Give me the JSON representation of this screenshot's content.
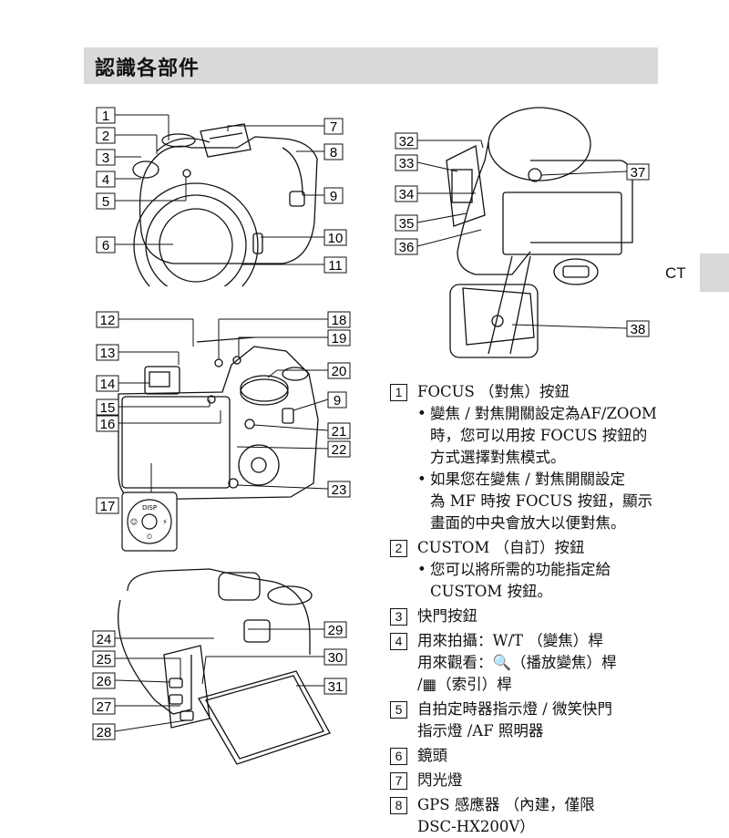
{
  "header": {
    "title": "認識各部件"
  },
  "side_tab": {
    "label": "CT"
  },
  "figures": {
    "front": {
      "callouts": [
        "1",
        "2",
        "3",
        "4",
        "5",
        "6",
        "7",
        "8",
        "9",
        "10",
        "11"
      ]
    },
    "back": {
      "callouts": [
        "12",
        "13",
        "14",
        "15",
        "16",
        "17",
        "18",
        "19",
        "20",
        "9",
        "21",
        "22",
        "23"
      ],
      "dial": {
        "top": "DISP"
      }
    },
    "open": {
      "callouts": [
        "32",
        "33",
        "34",
        "35",
        "36",
        "37",
        "38"
      ]
    },
    "side": {
      "callouts": [
        "24",
        "25",
        "26",
        "27",
        "28",
        "29",
        "30",
        "31"
      ]
    }
  },
  "descriptions": [
    {
      "num": "1",
      "text": "FOCUS （對焦）按鈕",
      "bullets": [
        [
          "變焦 / 對焦開關設定為AF/ZOOM",
          "時，您可以用按 FOCUS 按鈕的",
          "方式選擇對焦模式。"
        ],
        [
          "如果您在變焦 / 對焦開關設定",
          "為 MF 時按 FOCUS 按鈕，顯示",
          "畫面的中央會放大以便對焦。"
        ]
      ]
    },
    {
      "num": "2",
      "text": "CUSTOM （自訂）按鈕",
      "bullets": [
        [
          "您可以將所需的功能指定給",
          "CUSTOM 按鈕。"
        ]
      ]
    },
    {
      "num": "3",
      "lines": [
        "快門按鈕"
      ]
    },
    {
      "num": "4",
      "lines": [
        "用來拍攝：W/T （變焦）桿",
        "用來觀看：🔍（播放變焦）桿",
        "/▦（索引）桿"
      ]
    },
    {
      "num": "5",
      "lines": [
        "自拍定時器指示燈 / 微笑快門",
        "指示燈 /AF 照明器"
      ]
    },
    {
      "num": "6",
      "lines": [
        "鏡頭"
      ]
    },
    {
      "num": "7",
      "lines": [
        "閃光燈"
      ]
    },
    {
      "num": "8",
      "lines": [
        "GPS 感應器 （內建，僅限",
        "DSC-HX200V）"
      ]
    }
  ]
}
